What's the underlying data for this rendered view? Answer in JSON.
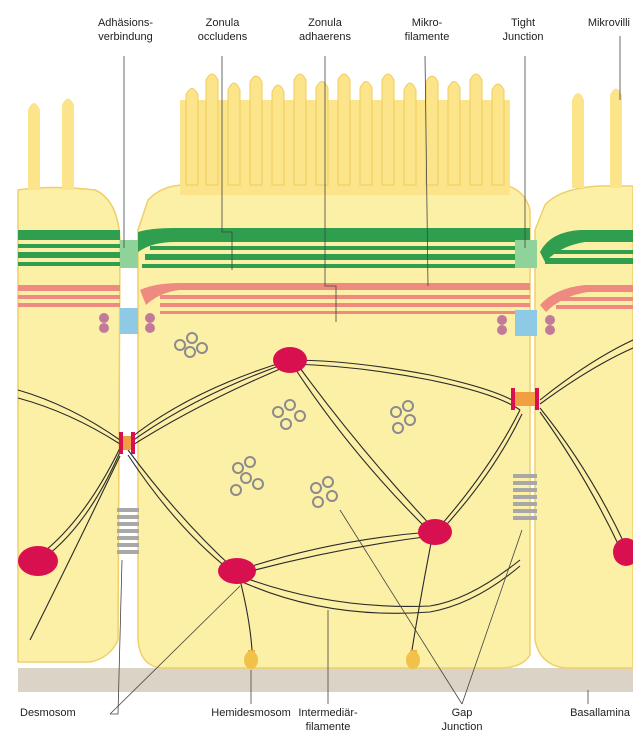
{
  "top_labels": {
    "adhaesion": [
      "Adhäsions-",
      "verbindung"
    ],
    "zonula_occludens": [
      "Zonula",
      "occludens"
    ],
    "zonula_adhaerens": [
      "Zonula",
      "adhaerens"
    ],
    "mikrofilamente": [
      "Mikro-",
      "filamente"
    ],
    "tight_junction": [
      "Tight",
      "Junction"
    ],
    "mikrovilli": [
      "Mikrovilli"
    ]
  },
  "bottom_labels": {
    "desmosom": [
      "Desmosom"
    ],
    "hemidesmosom": [
      "Hemidesmosom"
    ],
    "intermediaerfilamente": [
      "Intermediär-",
      "filamente"
    ],
    "gap_junction": [
      "Gap",
      "Junction"
    ],
    "basallamina": [
      "Basallamina"
    ]
  },
  "colors": {
    "cytoplasm": "#fcefa6",
    "cell_border": "#f2cc4f",
    "tight_junction_band": "#2f9e4f",
    "actin_band": "#ef8a80",
    "desmosome_plaque": "#d9104f",
    "basal_lamina": "#d8cfc3",
    "gap_junction": "#9b9b9b"
  }
}
